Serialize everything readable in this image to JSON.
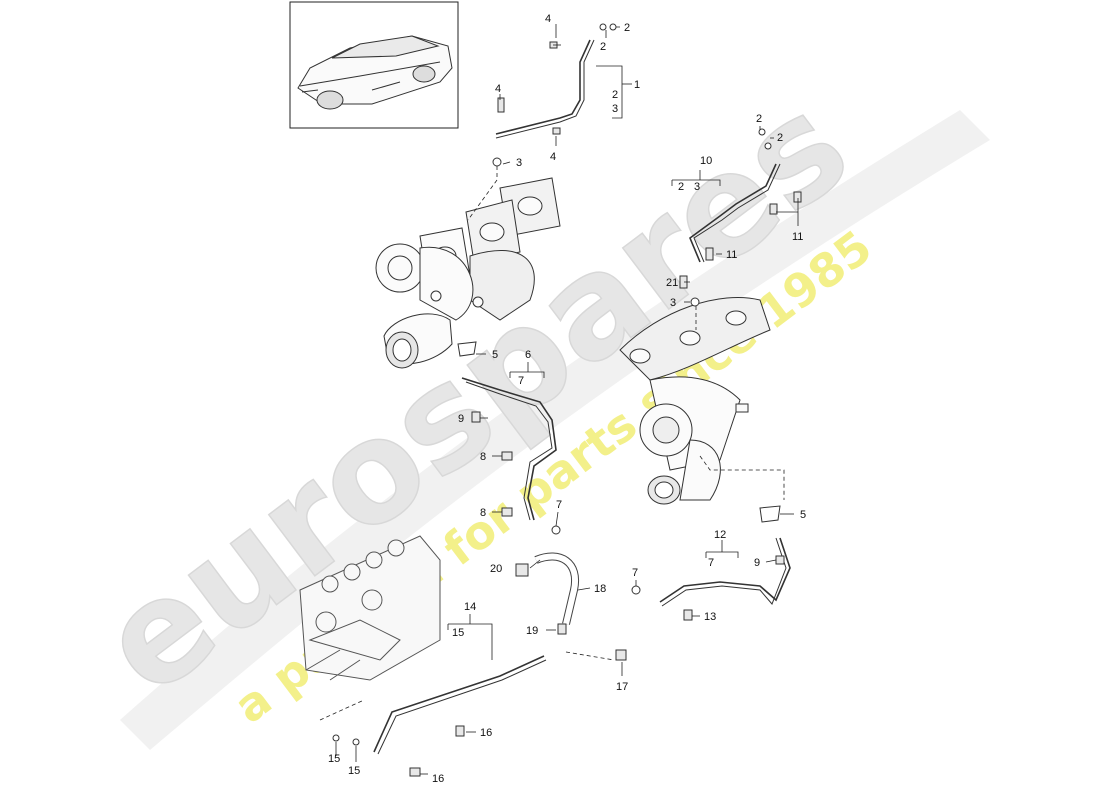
{
  "watermark": {
    "brand": "eurospares",
    "tagline": "a passion for parts since 1985",
    "brand_color": "#e4e4e4",
    "tagline_color": "#f2f07a"
  },
  "callouts": [
    "1",
    "2",
    "3",
    "4",
    "5",
    "6",
    "7",
    "8",
    "9",
    "10",
    "11",
    "12",
    "13",
    "14",
    "15",
    "16",
    "17",
    "18",
    "19",
    "20",
    "21"
  ]
}
